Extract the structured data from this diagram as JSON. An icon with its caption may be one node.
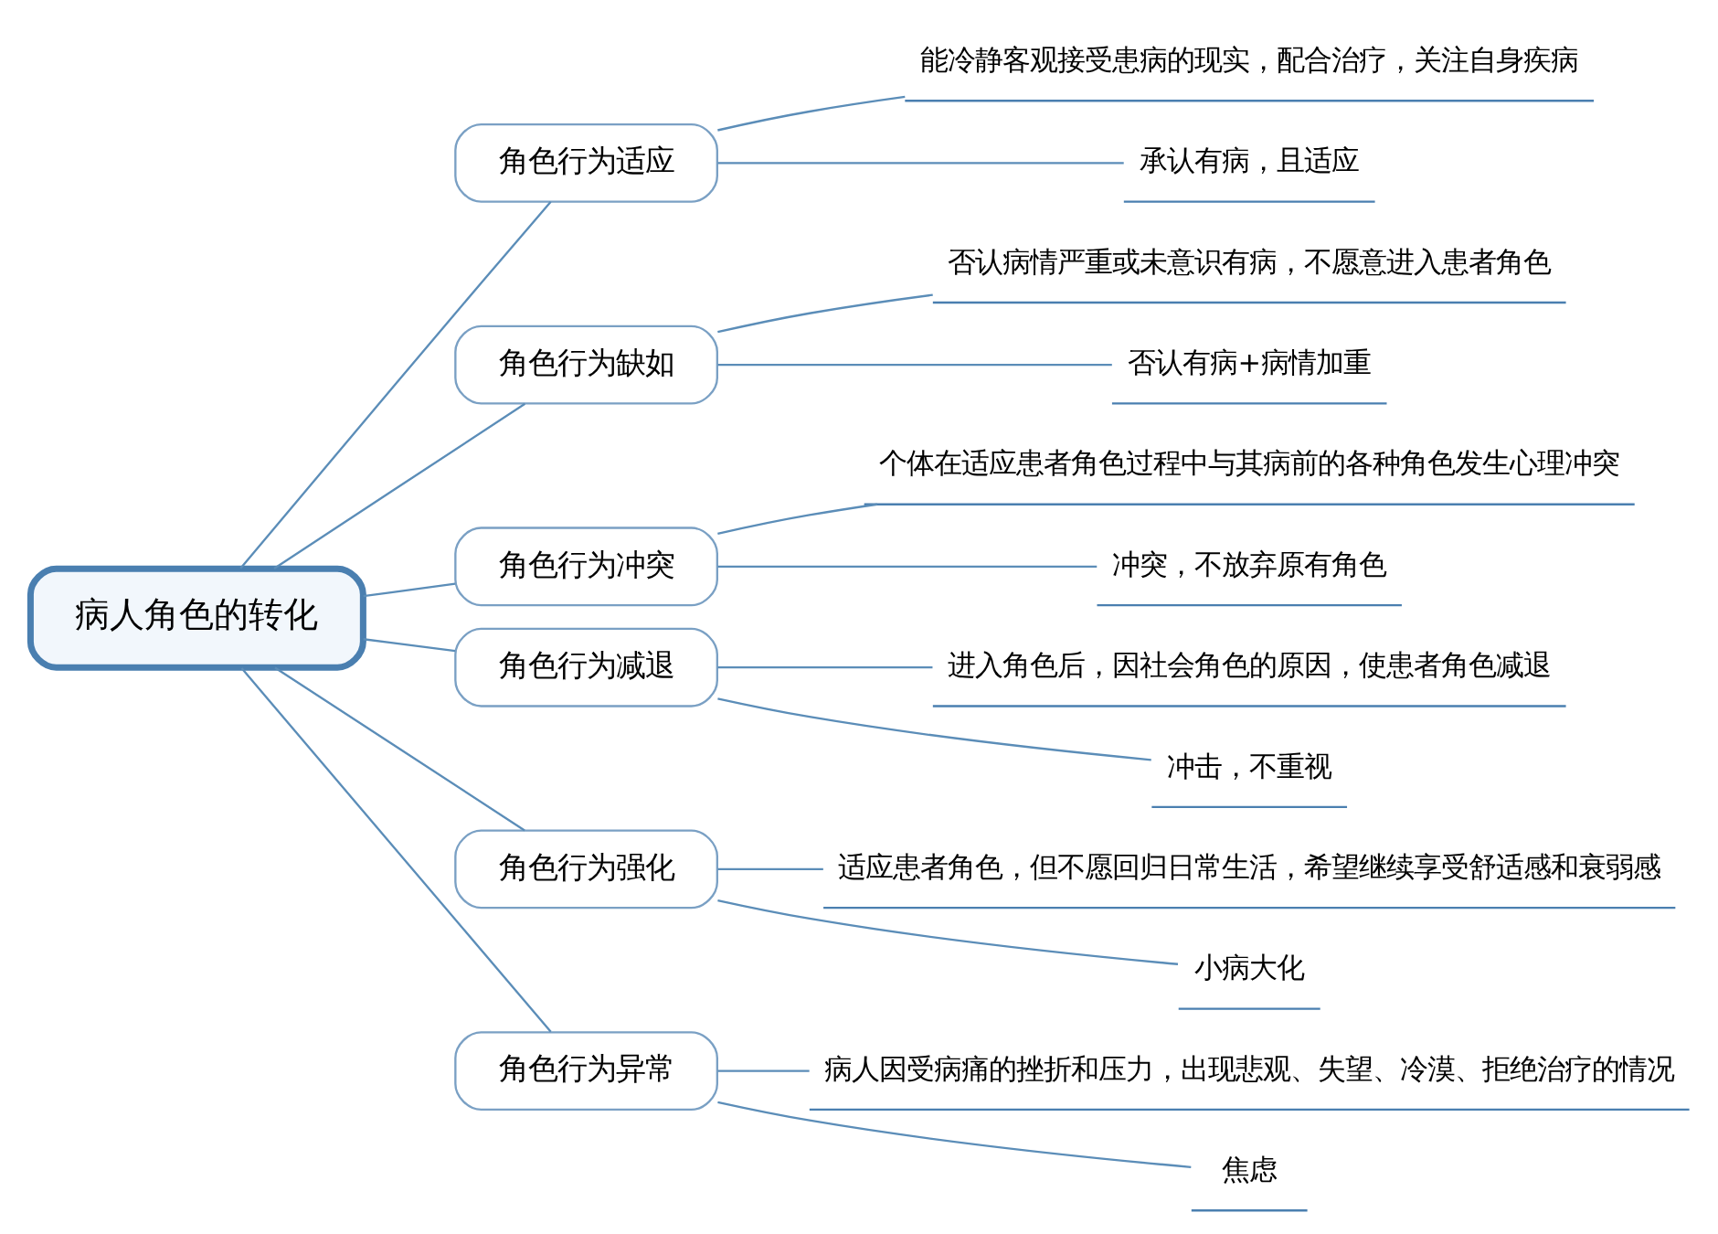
{
  "diagram": {
    "nodes": [
      {
        "text": [
          "病人角色的转化"
        ]
      },
      {
        "text": [
          "角色行为适应"
        ]
      },
      {
        "text": [
          "能冷静客观接受患病的现实，配合治疗，关注自身疾病"
        ]
      },
      {
        "text": [
          "承认有病，且适应"
        ]
      },
      {
        "text": [
          "角色行为缺如"
        ]
      },
      {
        "text": [
          "否认病情严重或未意识有病，不愿意进入患者角色"
        ]
      },
      {
        "text": [
          "否认有病+病情加重"
        ]
      },
      {
        "text": [
          "角色行为冲突"
        ]
      },
      {
        "text": [
          "个体在适应患者角色过程中与其病前的各种角色发生心理冲突"
        ]
      },
      {
        "text": [
          "冲突，不放弃原有角色"
        ]
      },
      {
        "text": [
          "角色行为减退"
        ]
      },
      {
        "text": [
          "进入角色后，因社会角色的原因，使患者角色减退"
        ]
      },
      {
        "text": [
          "冲击，不重视"
        ]
      },
      {
        "text": [
          "角色行为强化"
        ]
      },
      {
        "text": [
          "适应患者角色，但不愿回归日常生活，希望继续享受舒适感和衰弱感"
        ]
      },
      {
        "text": [
          "小病大化"
        ]
      },
      {
        "text": [
          "角色行为异常"
        ]
      },
      {
        "text": [
          "病人因受病痛的挫折和压力，出现悲观、失望、冷漠、拒绝治疗的情况"
        ]
      },
      {
        "text": [
          "焦虑"
        ]
      }
    ],
    "edges": [
      {
        "from": 0,
        "to": 1,
        "arrow": "none"
      },
      {
        "from": 1,
        "to": 2,
        "arrow": "none"
      },
      {
        "from": 1,
        "to": 3,
        "arrow": "none"
      },
      {
        "from": 0,
        "to": 4,
        "arrow": "none"
      },
      {
        "from": 4,
        "to": 5,
        "arrow": "none"
      },
      {
        "from": 4,
        "to": 6,
        "arrow": "none"
      },
      {
        "from": 0,
        "to": 7,
        "arrow": "none"
      },
      {
        "from": 7,
        "to": 8,
        "arrow": "none"
      },
      {
        "from": 7,
        "to": 9,
        "arrow": "none"
      },
      {
        "from": 0,
        "to": 10,
        "arrow": "none"
      },
      {
        "from": 10,
        "to": 11,
        "arrow": "none"
      },
      {
        "from": 10,
        "to": 12,
        "arrow": "none"
      },
      {
        "from": 0,
        "to": 13,
        "arrow": "none"
      },
      {
        "from": 13,
        "to": 14,
        "arrow": "none"
      },
      {
        "from": 13,
        "to": 15,
        "arrow": "none"
      },
      {
        "from": 0,
        "to": 16,
        "arrow": "none"
      },
      {
        "from": 16,
        "to": 17,
        "arrow": "none"
      },
      {
        "from": 16,
        "to": 18,
        "arrow": "none"
      }
    ]
  }
}
